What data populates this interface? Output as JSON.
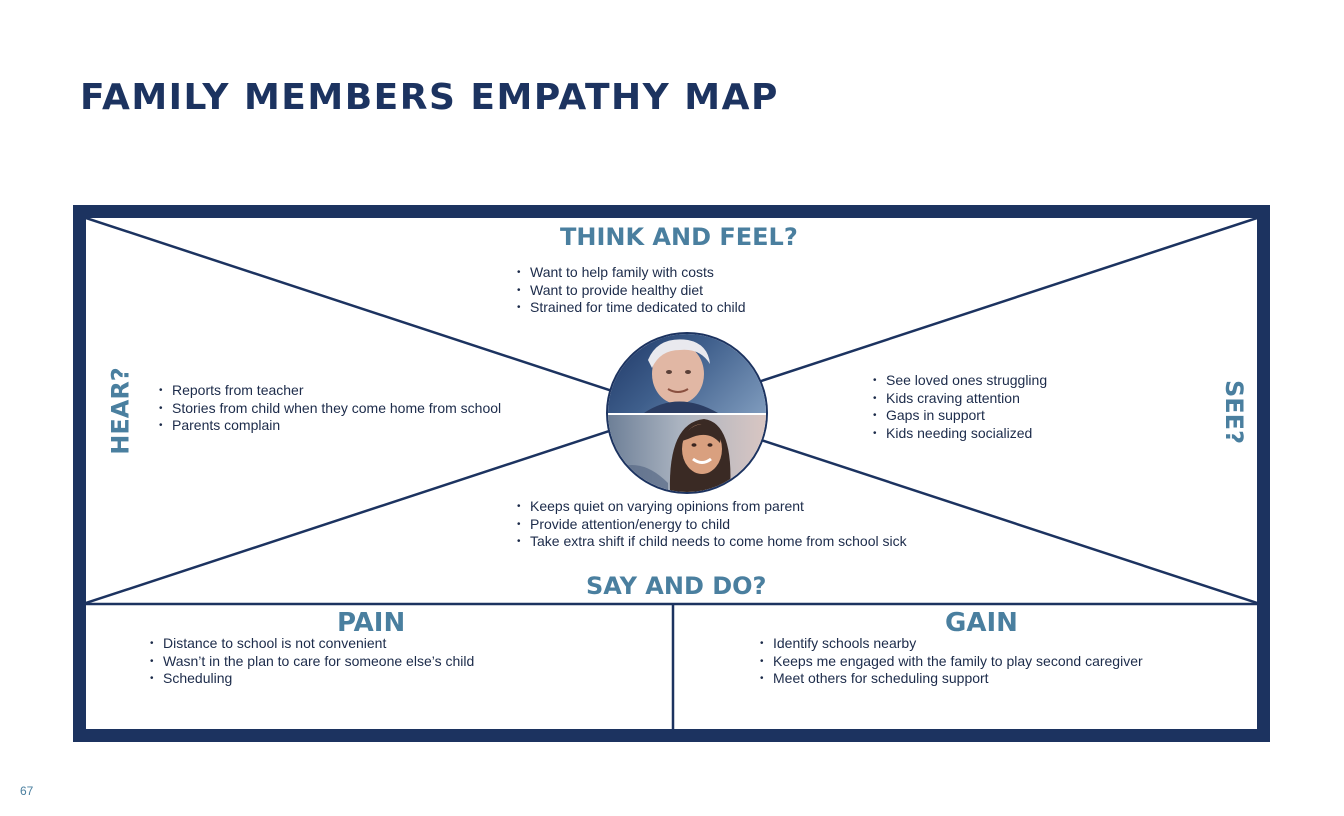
{
  "page": {
    "title": "FAMILY MEMBERS EMPATHY MAP",
    "page_number": "67"
  },
  "colors": {
    "navy": "#1c3360",
    "steel_blue": "#4a7f9f",
    "text": "#1c2b4a"
  },
  "empathy_map": {
    "think_and_feel": {
      "heading": "THINK AND FEEL?",
      "items": [
        "Want to help family with costs",
        "Want to provide healthy diet",
        "Strained for time dedicated to child"
      ]
    },
    "hear": {
      "heading": "HEAR?",
      "items": [
        "Reports from teacher",
        "Stories from child when they come home from school",
        "Parents complain"
      ]
    },
    "see": {
      "heading": "SEE?",
      "items": [
        "See loved ones struggling",
        "Kids craving attention",
        "Gaps in support",
        "Kids needing socialized"
      ]
    },
    "say_and_do": {
      "heading": "SAY AND DO?",
      "items": [
        "Keeps quiet on varying opinions from parent",
        "Provide attention/energy to child",
        "Take extra shift if child needs to come home from school sick"
      ]
    },
    "pain": {
      "heading": "PAIN",
      "items": [
        "Distance to school is not convenient",
        "Wasn’t in the plan to care for someone else’s child",
        "Scheduling"
      ]
    },
    "gain": {
      "heading": "GAIN",
      "items": [
        "Identify schools nearby",
        "Keeps me engaged with the family to play second caregiver",
        "Meet others for scheduling support"
      ]
    }
  }
}
